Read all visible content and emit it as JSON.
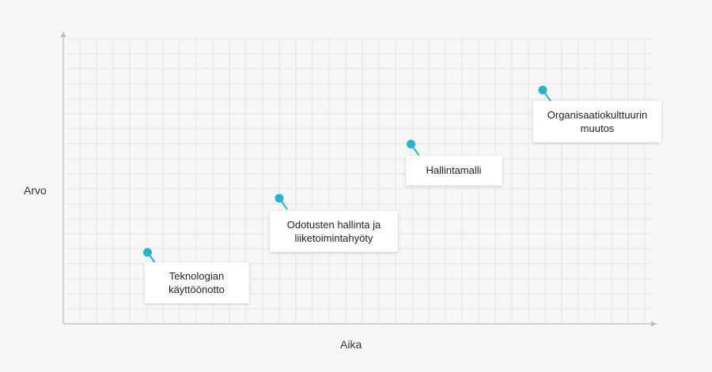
{
  "chart_data": {
    "type": "scatter",
    "title": "",
    "xlabel": "Aika",
    "ylabel": "Arvo",
    "grid": true,
    "points": [
      {
        "label": "Teknologian käyttöönotto",
        "x": 1,
        "y": 1
      },
      {
        "label": "Odotusten hallinta ja liiketoimintahyöty",
        "x": 2,
        "y": 2
      },
      {
        "label": "Hallintamalli",
        "x": 3,
        "y": 3
      },
      {
        "label": "Organisaatiokulttuurin muutos",
        "x": 4,
        "y": 4
      }
    ]
  },
  "colors": {
    "marker": "#1bb8d2",
    "grid": "#e6e6e6",
    "axis": "#bdbdbd",
    "background": "#f7f7f7"
  }
}
